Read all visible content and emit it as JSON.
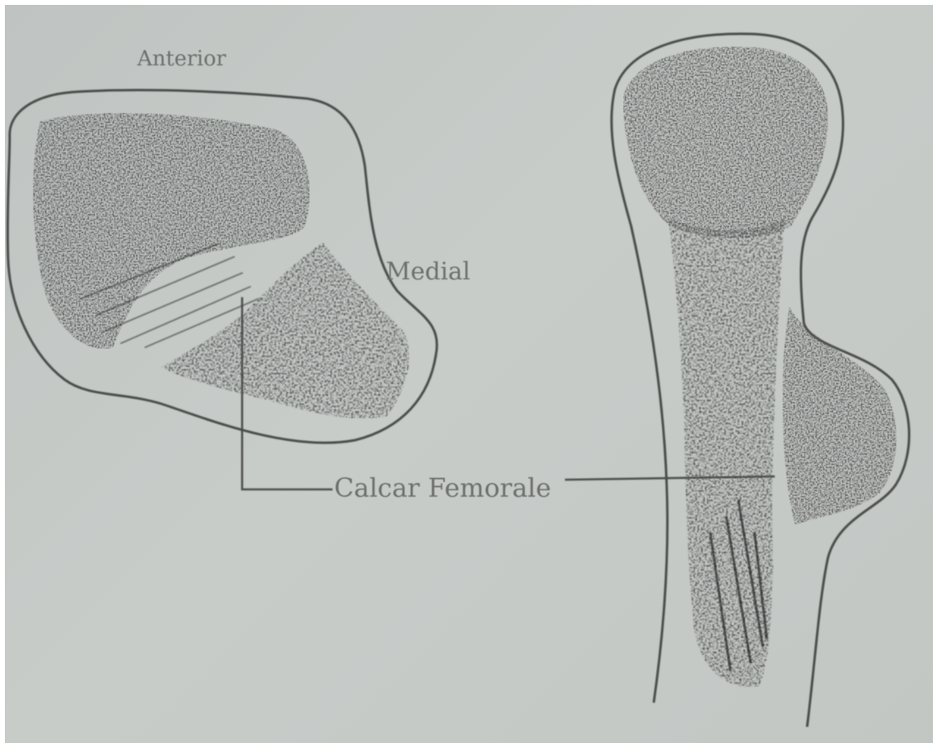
{
  "labels": {
    "anterior": "Anterior",
    "medial": "Medial",
    "calcar": "Calcar Femorale"
  },
  "colors": {
    "paper": "#c6cac7",
    "outline": "#4a4b4a",
    "trabecular": "#151515",
    "label": "#6d6f6d"
  }
}
